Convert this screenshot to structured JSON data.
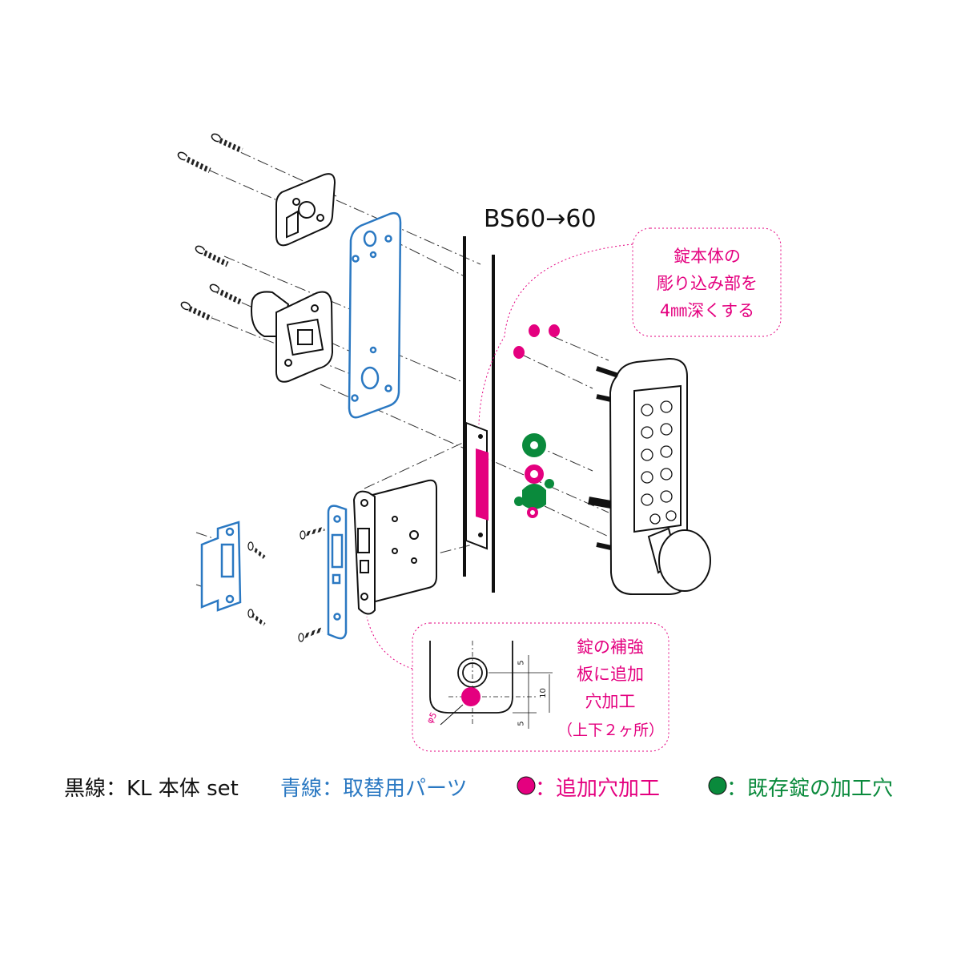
{
  "bs_label": "BS60→60",
  "callout_top": [
    "錠本体の",
    "彫り込み部を",
    "4㎜深くする"
  ],
  "callout_bottom": [
    "錠の補強",
    "板に追加",
    "穴加工",
    "（上下２ヶ所）"
  ],
  "detail_dims": [
    "5",
    "10",
    "5"
  ],
  "detail_phi": "φ5",
  "legend": {
    "black": "黒線：KL 本体 set",
    "blue": "青線：取替用パーツ",
    "magenta_mark": "●",
    "magenta": "：追加穴加工",
    "green_mark": "●",
    "green": "：既存錠の加工穴"
  },
  "colors": {
    "black_line": "#111111",
    "blue_line": "#2a78c2",
    "magenta": "#e4007f",
    "green": "#0a8a3c"
  }
}
